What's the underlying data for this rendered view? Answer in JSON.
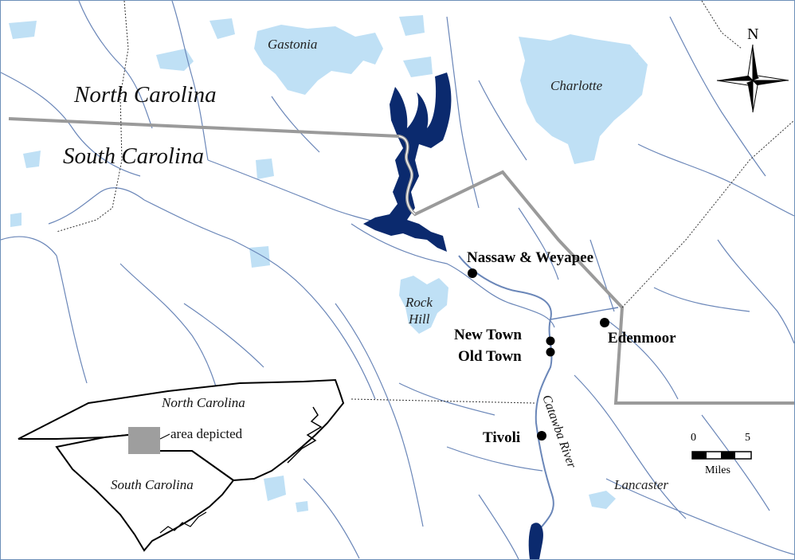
{
  "states": {
    "north": "North Carolina",
    "south": "South Carolina"
  },
  "cities": {
    "gastonia": "Gastonia",
    "charlotte": "Charlotte",
    "rock_hill_1": "Rock",
    "rock_hill_2": "Hill",
    "lancaster": "Lancaster"
  },
  "river": {
    "name": "Catawba River"
  },
  "sites": [
    {
      "label": "Nassaw & Weyapee"
    },
    {
      "label": "New Town"
    },
    {
      "label": "Old Town"
    },
    {
      "label": "Edenmoor"
    },
    {
      "label": "Tivoli"
    }
  ],
  "inset": {
    "north_label": "North Carolina",
    "south_label": "South Carolina",
    "area_label": "area depicted"
  },
  "scale": {
    "start": "0",
    "end": "5",
    "unit": "Miles"
  },
  "north_arrow": {
    "label": "N"
  },
  "colors": {
    "water_body": "#0b2a6e",
    "urban": "#bfe0f5",
    "river_line": "#6a86b8",
    "border": "#8a8a8a"
  }
}
